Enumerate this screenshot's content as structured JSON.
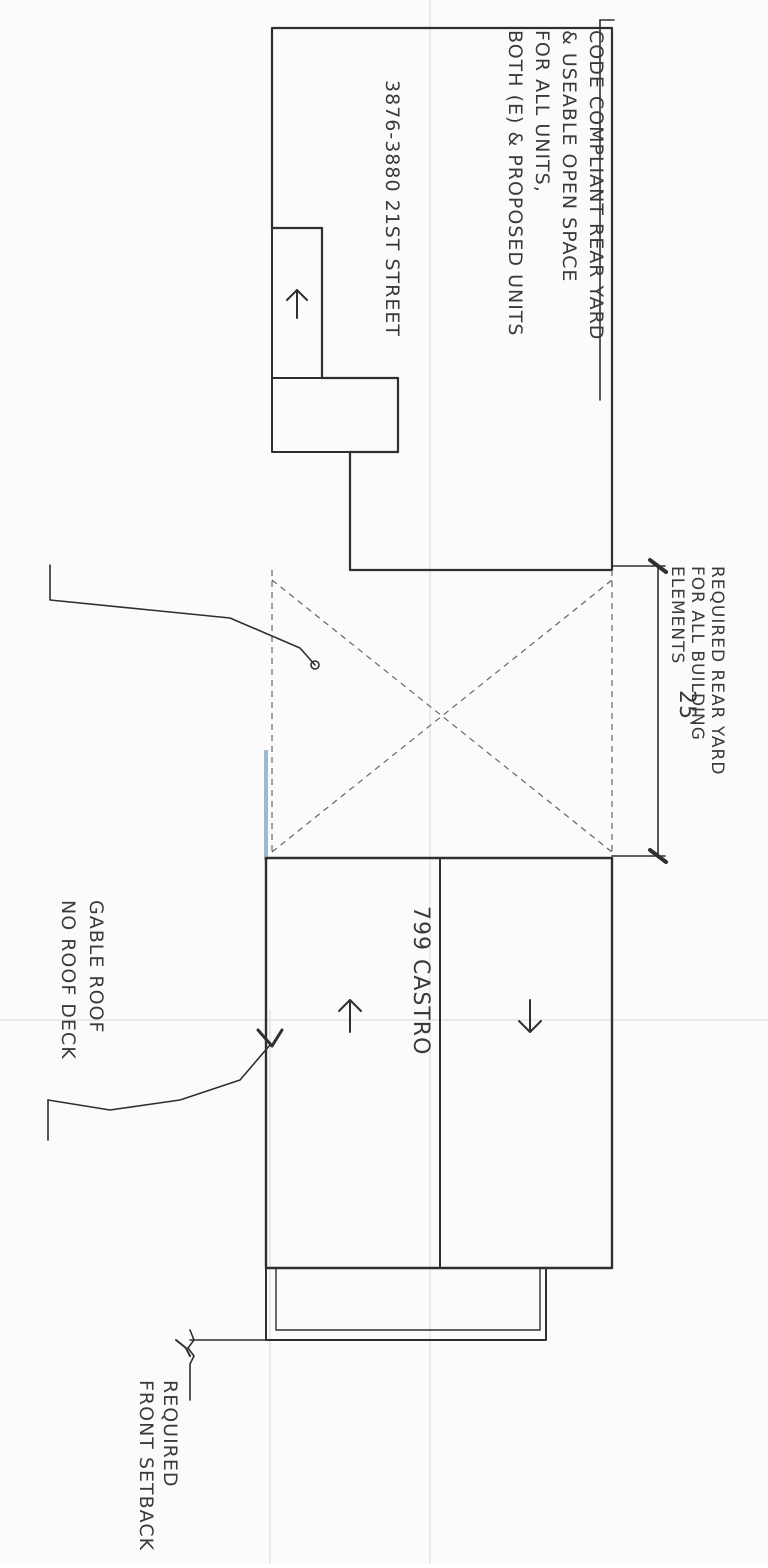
{
  "labels": {
    "code_note_line1": "CODE COMPLIANT REAR YARD",
    "code_note_line2": "& USEABLE OPEN SPACE",
    "code_note_line3": "FOR ALL UNITS,",
    "code_note_line4": "BOTH (E) & PROPOSED UNITS",
    "neighbor_building": "3876-3880 21ST STREET",
    "main_building": "799 CASTRO",
    "roof_note_line1": "GABLE ROOF",
    "roof_note_line2": "NO ROOF DECK",
    "setback_line1": "REQUIRED",
    "setback_line2": "FRONT SETBACK",
    "rear_yard_dim": "25'",
    "rear_yard_note_line1": "REQUIRED REAR YARD",
    "rear_yard_note_line2": "FOR ALL BUILDING",
    "rear_yard_note_line3": "ELEMENTS"
  },
  "colors": {
    "ink": "#2f2f2f",
    "paper": "#fbfbfb",
    "accent_blue": "#9fb7d6"
  }
}
